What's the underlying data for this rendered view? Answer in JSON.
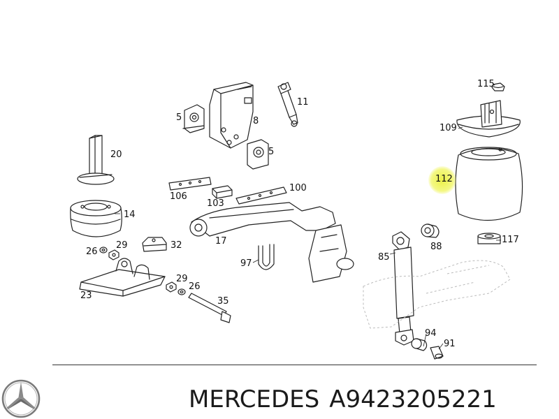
{
  "parts": [
    {
      "id": "p115",
      "num": "115"
    },
    {
      "id": "p11",
      "num": "11"
    },
    {
      "id": "p5a",
      "num": "5"
    },
    {
      "id": "p8",
      "num": "8"
    },
    {
      "id": "p109",
      "num": "109"
    },
    {
      "id": "p20",
      "num": "20"
    },
    {
      "id": "p5b",
      "num": "5"
    },
    {
      "id": "p112",
      "num": "112"
    },
    {
      "id": "p100",
      "num": "100"
    },
    {
      "id": "p106",
      "num": "106"
    },
    {
      "id": "p103",
      "num": "103"
    },
    {
      "id": "p14",
      "num": "14"
    },
    {
      "id": "p17",
      "num": "17"
    },
    {
      "id": "p117",
      "num": "117"
    },
    {
      "id": "p26a",
      "num": "26"
    },
    {
      "id": "p29a",
      "num": "29"
    },
    {
      "id": "p32",
      "num": "32"
    },
    {
      "id": "p88",
      "num": "88"
    },
    {
      "id": "p85",
      "num": "85"
    },
    {
      "id": "p97",
      "num": "97"
    },
    {
      "id": "p29b",
      "num": "29"
    },
    {
      "id": "p26b",
      "num": "26"
    },
    {
      "id": "p23",
      "num": "23"
    },
    {
      "id": "p35",
      "num": "35"
    },
    {
      "id": "p94",
      "num": "94"
    },
    {
      "id": "p91",
      "num": "91"
    }
  ],
  "highlight_part": "112",
  "highlight_color": "#e8ee3a",
  "footer": {
    "brand": "MERCEDES",
    "part_number": "A9423205221",
    "logo_icon": "mercedes-star-icon"
  }
}
